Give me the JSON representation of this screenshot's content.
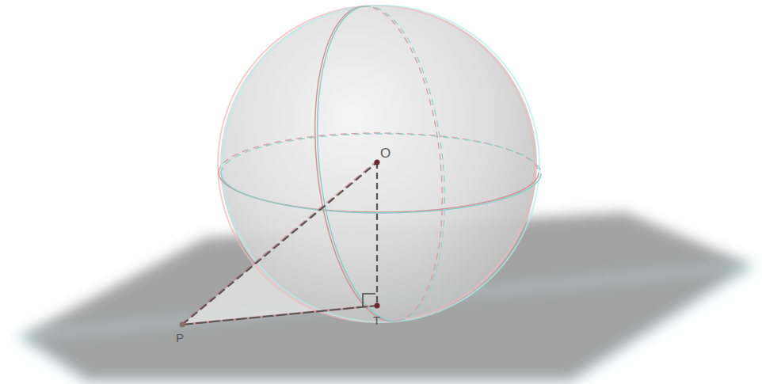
{
  "diagram": {
    "labels": [
      "O",
      "P",
      "T"
    ]
  }
}
